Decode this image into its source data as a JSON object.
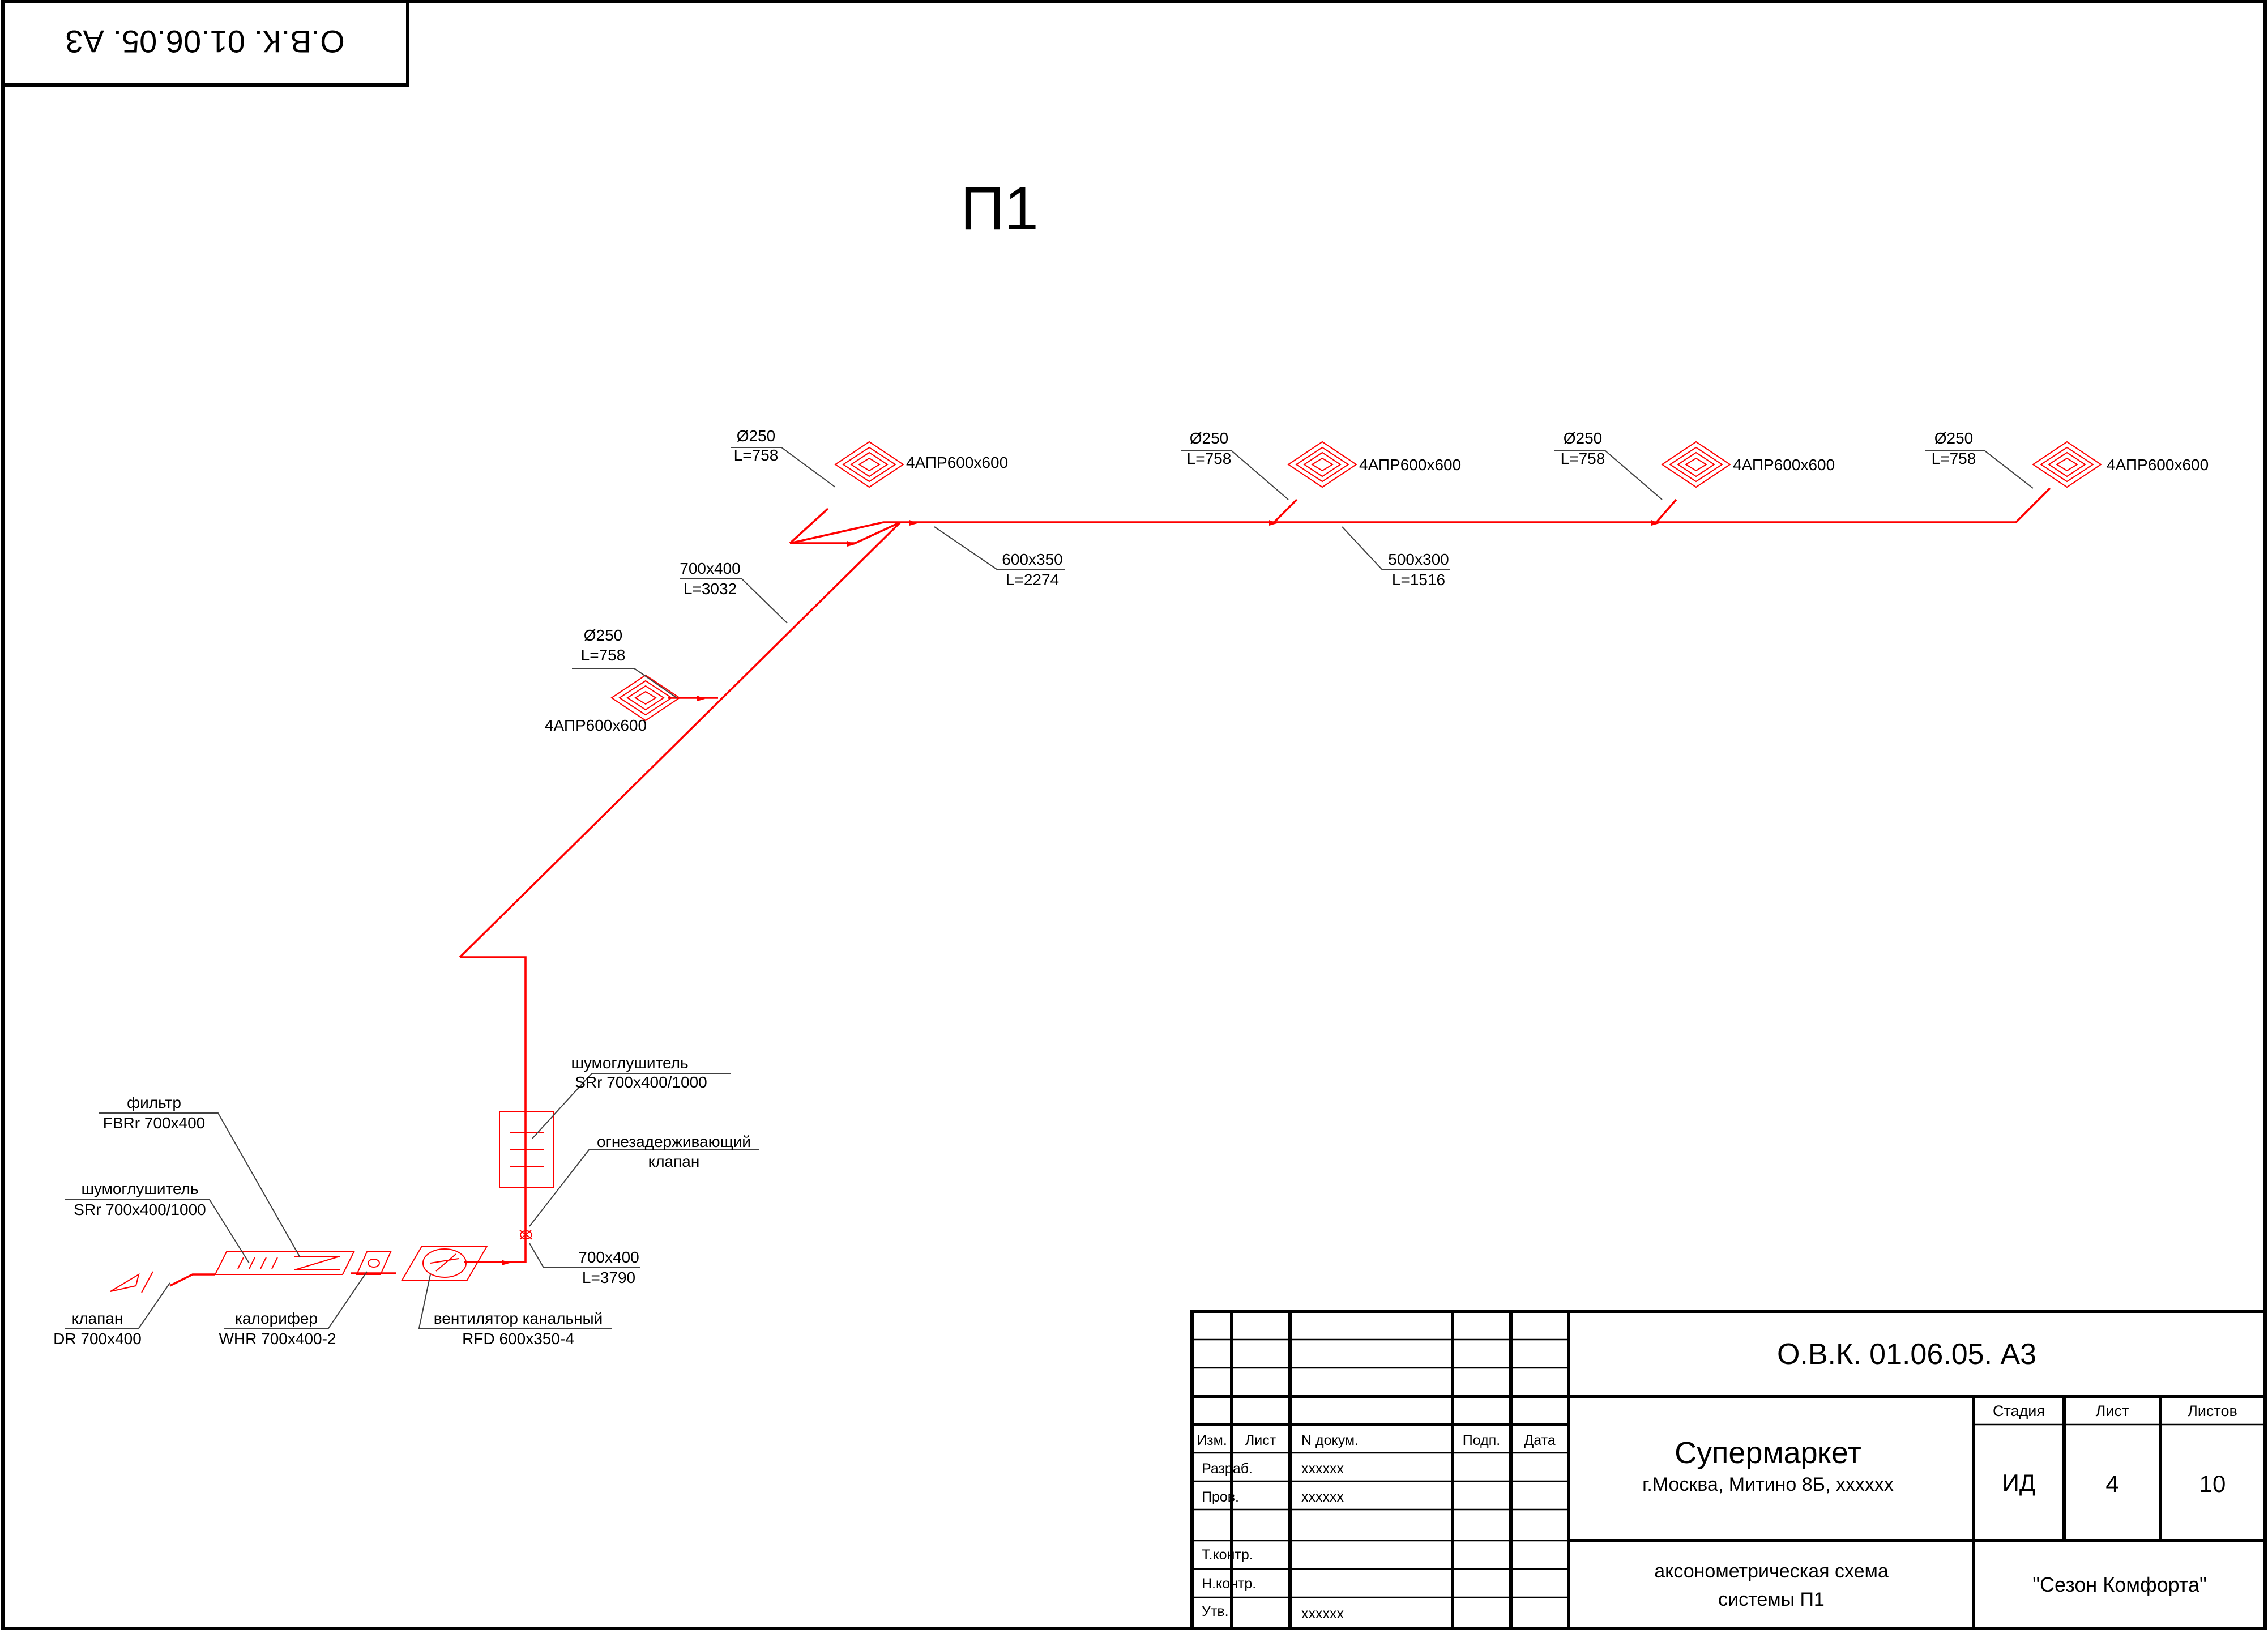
{
  "sheet": {
    "corner_code": "О.В.К. 01.06.05. А3",
    "system_title": "П1"
  },
  "diagram": {
    "diffusers": [
      {
        "size": "Ø250",
        "length": "L=758",
        "model": "4АПР600х600"
      },
      {
        "size": "Ø250",
        "length": "L=758",
        "model": "4АПР600х600"
      },
      {
        "size": "Ø250",
        "length": "L=758",
        "model": "4АПР600х600"
      },
      {
        "size": "Ø250",
        "length": "L=758",
        "model": "4АПР600х600"
      },
      {
        "size": "Ø250",
        "length": "L=758",
        "model": "4АПР600х600"
      }
    ],
    "ducts": [
      {
        "size": "600х350",
        "length": "L=2274"
      },
      {
        "size": "500х300",
        "length": "L=1516"
      },
      {
        "size": "700х400",
        "length": "L=3032"
      },
      {
        "size": "700х400",
        "length": "L=3790"
      }
    ],
    "equipment": [
      {
        "name": "шумоглушитель",
        "model": "SRr 700x400/1000"
      },
      {
        "name": "огнезадерживающий",
        "model": "клапан"
      },
      {
        "name": "фильтр",
        "model": "FBRr 700x400"
      },
      {
        "name": "шумоглушитель",
        "model": "SRr 700x400/1000"
      },
      {
        "name": "клапан",
        "model": "DR 700x400"
      },
      {
        "name": "калорифер",
        "model": "WHR 700x400-2"
      },
      {
        "name": "вентилятор канальный",
        "model": "RFD 600x350-4"
      }
    ],
    "line_color": "#ff0000"
  },
  "title_block": {
    "code": "О.В.К. 01.06.05. А3",
    "columns": {
      "izm": "Изм.",
      "list": "Лист",
      "doc": "N докум.",
      "sign": "Подп.",
      "date": "Дата"
    },
    "roles": [
      {
        "role": "Разраб.",
        "name": "хххххх"
      },
      {
        "role": "Пров.",
        "name": "хххххх"
      },
      {
        "role": "Т.контр.",
        "name": ""
      },
      {
        "role": "Н.контр.",
        "name": ""
      },
      {
        "role": "Утв.",
        "name": "хххххх"
      }
    ],
    "project_name": "Супермаркет",
    "project_address": "г.Москва, Митино 8Б, хххххх",
    "sheet_title_1": "аксонометрическая схема",
    "sheet_title_2": "системы П1",
    "stage_header": "Стадия",
    "list_header": "Лист",
    "lists_header": "Листов",
    "stage": "ИД",
    "list": "4",
    "lists": "10",
    "company": "\"Сезон Комфорта\""
  }
}
